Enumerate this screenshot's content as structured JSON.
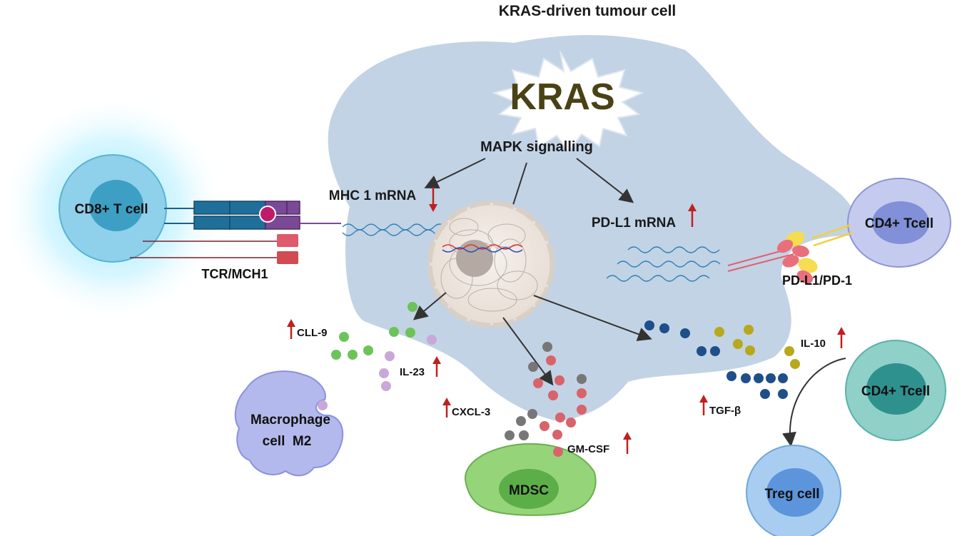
{
  "title": "KRAS-driven tumour cell",
  "kras_label": "KRAS",
  "mapk_label": "MAPK signalling",
  "mhc_label": "MHC 1 mRNA",
  "pdl1_mrna_label": "PD-L1 mRNA",
  "cells": {
    "cd8": "CD8+ T cell",
    "cd4_top": "CD4+ Tcell",
    "cd4_bottom": "CD4+ Tcell",
    "treg": "Treg cell",
    "macrophage_line1": "Macrophage",
    "macrophage_line2": "cell  M2",
    "mdsc": "MDSC"
  },
  "receptors": {
    "tcr_mhc": "TCR/MCH1",
    "pdl1_pd1": "PD-L1/PD-1"
  },
  "cytokines": {
    "cll9": "CLL-9",
    "il23": "IL-23",
    "cxcl3": "CXCL-3",
    "gmcsf": "GM-CSF",
    "tgfb": "TGF-β",
    "il10": "IL-10"
  },
  "colors": {
    "tumour": "#c2d3e5",
    "kras_text": "#4a4214",
    "up_arrow": "#c0201f",
    "down_arrow": "#c0201f",
    "cd8_cell": "#8fd0ea",
    "cd4_cell": "#c5cbee",
    "teal_cell": "#8fd0c8",
    "treg_cell": "#a9cdf0",
    "macrophage": "#b3b9ec",
    "mdsc": "#96d47a",
    "dot_green": "#6cc35a",
    "dot_purple": "#c9a8d8",
    "dot_grey": "#777777",
    "dot_red": "#d9636a",
    "dot_navy": "#1e4f8a",
    "dot_olive": "#b7a81c"
  }
}
